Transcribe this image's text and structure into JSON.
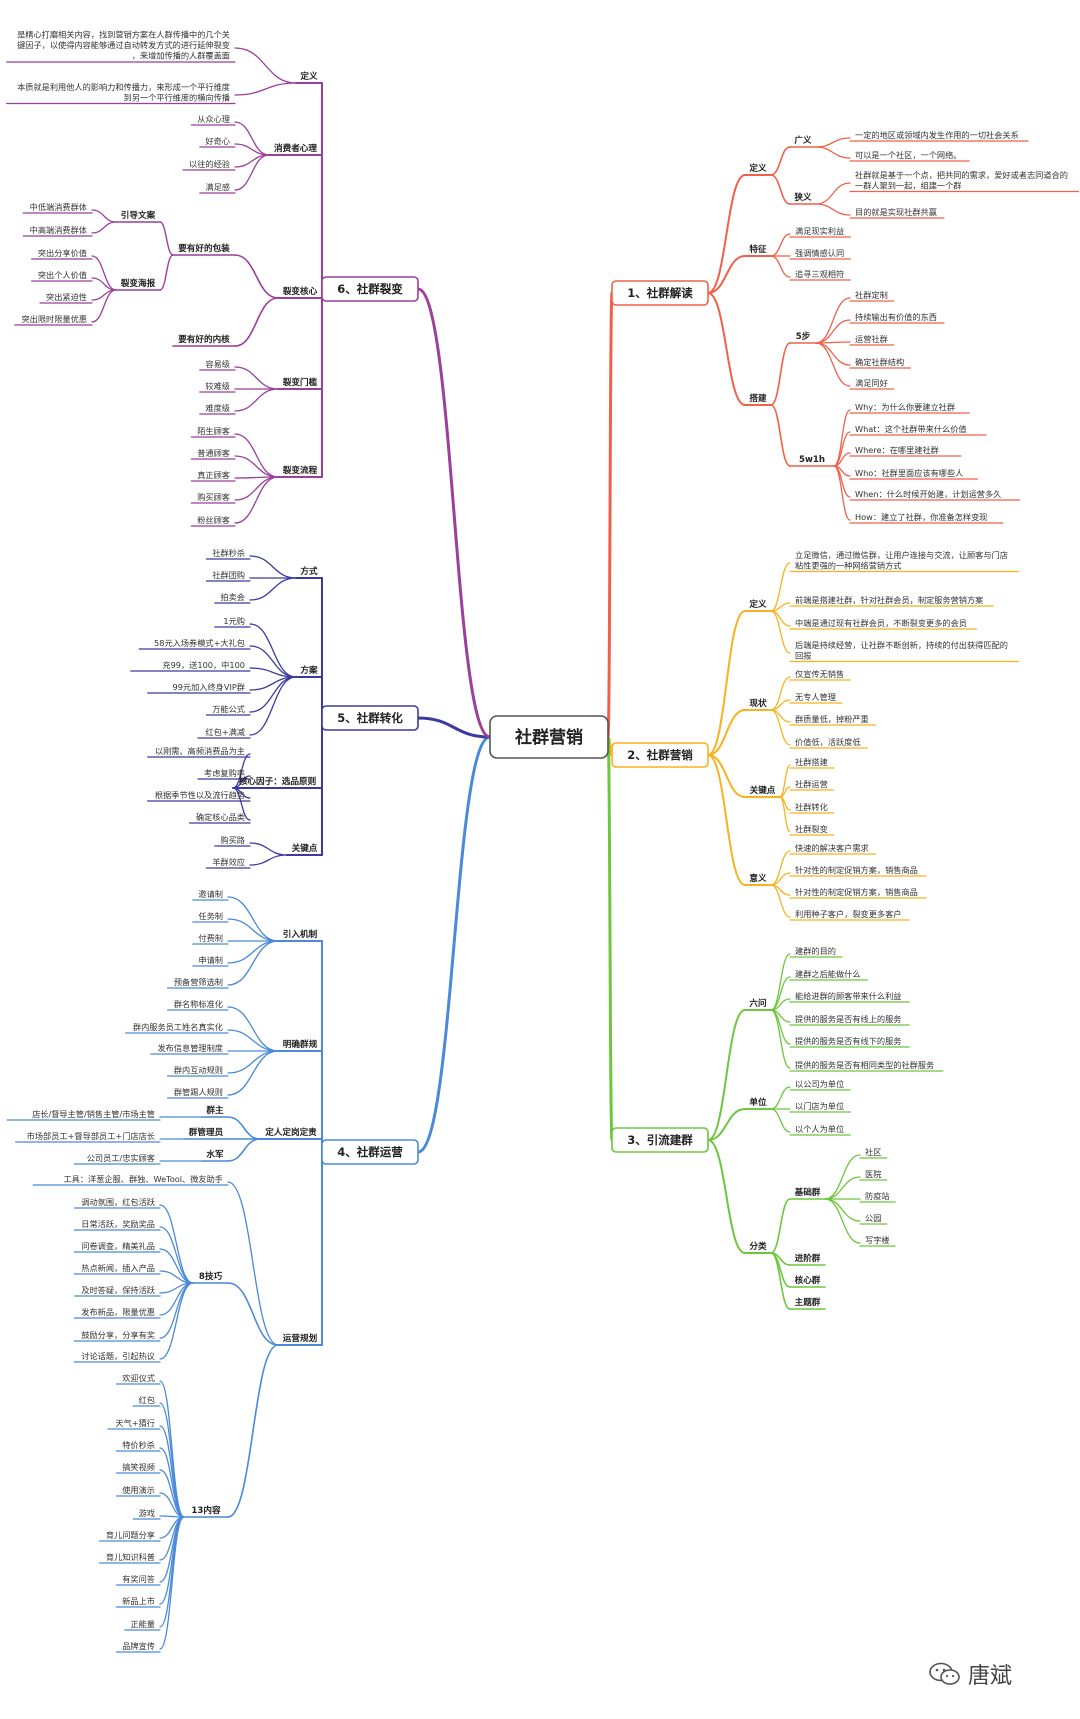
{
  "center": "社群营销",
  "watermark": "唐斌",
  "watermark_icon": "wechat-icon",
  "colors": {
    "b1": "#f0604a",
    "b2": "#f7b21e",
    "b3": "#6ec63e",
    "b4": "#4a8ad8",
    "b5": "#3a3aa2",
    "b6": "#9b3f9b",
    "center_border": "#555555",
    "center_bg": "#ffffff"
  },
  "branches": [
    {
      "key": "b1",
      "label": "1、社群解读",
      "children": [
        {
          "label": "定义",
          "children": [
            {
              "label": "广义",
              "children": [
                {
                  "label": "一定的地区或领域内发生作用的一切社会关系"
                },
                {
                  "label": "可以是一个社区，一个网络。"
                }
              ]
            },
            {
              "label": "狭义",
              "children": [
                {
                  "label": "社群就是基于一个点，把共同的需求，爱好或者志同道合的一群人聚到一起，组建一个群"
                },
                {
                  "label": "目的就是实现社群共赢"
                }
              ]
            }
          ]
        },
        {
          "label": "特征",
          "children": [
            {
              "label": "满足现实利益"
            },
            {
              "label": "强调情感认同"
            },
            {
              "label": "追寻三观相符"
            }
          ]
        },
        {
          "label": "搭建",
          "children": [
            {
              "label": "5步",
              "children": [
                {
                  "label": "社群定制"
                },
                {
                  "label": "持续输出有价值的东西"
                },
                {
                  "label": "运营社群"
                },
                {
                  "label": "确定社群结构"
                },
                {
                  "label": "满足同好"
                }
              ]
            },
            {
              "label": "5w1h",
              "children": [
                {
                  "label": "Why：为什么你要建立社群"
                },
                {
                  "label": "What：这个社群带来什么价值"
                },
                {
                  "label": "Where：在哪里建社群"
                },
                {
                  "label": "Who：社群里面应该有哪些人"
                },
                {
                  "label": "When：什么时候开始建，计划运营多久"
                },
                {
                  "label": "How：建立了社群，你准备怎样变现"
                }
              ]
            }
          ]
        }
      ]
    },
    {
      "key": "b2",
      "label": "2、社群营销",
      "children": [
        {
          "label": "定义",
          "children": [
            {
              "label": "立足微信，通过微信群，让用户连接与交流，让顾客与门店粘性更强的一种网络营销方式"
            },
            {
              "label": "前端是搭建社群，针对社群会员，制定服务营销方案"
            },
            {
              "label": "中端是通过现有社群会员，不断裂变更多的会员"
            },
            {
              "label": "后端是持续经营，让社群不断创新，持续的付出获得匹配的回报"
            }
          ]
        },
        {
          "label": "现状",
          "children": [
            {
              "label": "仅宣传无销售"
            },
            {
              "label": "无专人管理"
            },
            {
              "label": "群质量低，掉粉严重"
            },
            {
              "label": "价值低，活跃度低"
            }
          ]
        },
        {
          "label": "关键点",
          "children": [
            {
              "label": "社群搭建"
            },
            {
              "label": "社群运营"
            },
            {
              "label": "社群转化"
            },
            {
              "label": "社群裂变"
            }
          ]
        },
        {
          "label": "意义",
          "children": [
            {
              "label": "快速的解决客户需求"
            },
            {
              "label": "针对性的制定促销方案，销售商品"
            },
            {
              "label": "针对性的制定促销方案，销售商品"
            },
            {
              "label": "利用种子客户，裂变更多客户"
            }
          ]
        }
      ]
    },
    {
      "key": "b3",
      "label": "3、引流建群",
      "children": [
        {
          "label": "六问",
          "children": [
            {
              "label": "建群的目的"
            },
            {
              "label": "建群之后能做什么"
            },
            {
              "label": "能给进群的顾客带来什么利益"
            },
            {
              "label": "提供的服务是否有线上的服务"
            },
            {
              "label": "提供的服务是否有线下的服务"
            },
            {
              "label": "提供的服务是否有相同类型的社群服务"
            }
          ]
        },
        {
          "label": "单位",
          "children": [
            {
              "label": "以公司为单位"
            },
            {
              "label": "以门店为单位"
            },
            {
              "label": "以个人为单位"
            }
          ]
        },
        {
          "label": "分类",
          "children": [
            {
              "label": "基础群",
              "children": [
                {
                  "label": "社区"
                },
                {
                  "label": "医院"
                },
                {
                  "label": "防疫站"
                },
                {
                  "label": "公园"
                },
                {
                  "label": "写字楼"
                }
              ]
            },
            {
              "label": "进阶群"
            },
            {
              "label": "核心群"
            },
            {
              "label": "主题群"
            }
          ]
        }
      ]
    },
    {
      "key": "b4",
      "label": "4、社群运营",
      "children": [
        {
          "label": "引入机制",
          "children": [
            {
              "label": "邀请制"
            },
            {
              "label": "任务制"
            },
            {
              "label": "付费制"
            },
            {
              "label": "申请制"
            },
            {
              "label": "预备营筛选制"
            }
          ]
        },
        {
          "label": "明确群规",
          "children": [
            {
              "label": "群名称标准化"
            },
            {
              "label": "群内服务员工姓名真实化"
            },
            {
              "label": "发布信息管理制度"
            },
            {
              "label": "群内互动规则"
            },
            {
              "label": "群管踢人规则"
            }
          ]
        },
        {
          "label": "定人定岗定责",
          "children": [
            {
              "label": "群主",
              "children": [
                {
                  "label": "店长/督导主管/销售主管/市场主管"
                }
              ]
            },
            {
              "label": "群管理员",
              "children": [
                {
                  "label": "市场部员工+督导部员工+门店店长"
                }
              ]
            },
            {
              "label": "水军",
              "children": [
                {
                  "label": "公司员工/忠实顾客"
                }
              ]
            }
          ]
        },
        {
          "label": "运营规划",
          "children": [
            {
              "label": "工具：洋葱企服、群独、WeTool、微友助手"
            },
            {
              "label": "8技巧",
              "children": [
                {
                  "label": "调动氛围，红包活跃"
                },
                {
                  "label": "日常活跃，奖励奖品"
                },
                {
                  "label": "问卷调查，精美礼品"
                },
                {
                  "label": "热点新闻，插入产品"
                },
                {
                  "label": "及时答疑，保持活跃"
                },
                {
                  "label": "发布新品，限量优惠"
                },
                {
                  "label": "鼓励分享，分享有奖"
                },
                {
                  "label": "讨论话题，引起热议"
                }
              ]
            },
            {
              "label": "13内容",
              "children": [
                {
                  "label": "欢迎仪式"
                },
                {
                  "label": "红包"
                },
                {
                  "label": "天气+猜行"
                },
                {
                  "label": "特价秒杀"
                },
                {
                  "label": "搞笑视频"
                },
                {
                  "label": "使用演示"
                },
                {
                  "label": "游戏"
                },
                {
                  "label": "育儿问题分享"
                },
                {
                  "label": "育儿知识科普"
                },
                {
                  "label": "有奖问答"
                },
                {
                  "label": "新品上市"
                },
                {
                  "label": "正能量"
                },
                {
                  "label": "品牌宣传"
                }
              ]
            }
          ]
        }
      ]
    },
    {
      "key": "b5",
      "label": "5、社群转化",
      "children": [
        {
          "label": "方式",
          "children": [
            {
              "label": "社群秒杀"
            },
            {
              "label": "社群团购"
            },
            {
              "label": "拍卖会"
            }
          ]
        },
        {
          "label": "方案",
          "children": [
            {
              "label": "1元购"
            },
            {
              "label": "58元入场券模式+大礼包"
            },
            {
              "label": "充99，送100，中100"
            },
            {
              "label": "99元加入终身VIP群"
            },
            {
              "label": "万能公式"
            },
            {
              "label": "红包+满减"
            }
          ]
        },
        {
          "label": "核心因子：选品原则",
          "children": [
            {
              "label": "以刚需、高频消费品为主"
            },
            {
              "label": "考虑复购率"
            },
            {
              "label": "根据季节性以及流行趋势"
            },
            {
              "label": "确定核心品类"
            }
          ]
        },
        {
          "label": "关键点",
          "children": [
            {
              "label": "购买路"
            },
            {
              "label": "羊群效应"
            }
          ]
        }
      ]
    },
    {
      "key": "b6",
      "label": "6、社群裂变",
      "children": [
        {
          "label": "定义",
          "children": [
            {
              "label": "是精心打磨相关内容，找到营销方案在人群传播中的几个关键因子，以使得内容能够通过自动转发方式的进行延伸裂变，来增加传播的人群覆盖面"
            },
            {
              "label": "本质就是利用他人的影响力和传播力，来形成一个平行维度到另一个平行维度的横向传播"
            }
          ]
        },
        {
          "label": "消费者心理",
          "children": [
            {
              "label": "从众心理"
            },
            {
              "label": "好奇心"
            },
            {
              "label": "以往的经验"
            },
            {
              "label": "满足感"
            }
          ]
        },
        {
          "label": "裂变核心",
          "children": [
            {
              "label": "要有好的包装",
              "children": [
                {
                  "label": "引导文案",
                  "children": [
                    {
                      "label": "中低端消费群体"
                    },
                    {
                      "label": "中高端消费群体"
                    }
                  ]
                },
                {
                  "label": "裂变海报",
                  "children": [
                    {
                      "label": "突出分享价值"
                    },
                    {
                      "label": "突出个人价值"
                    },
                    {
                      "label": "突出紧迫性"
                    },
                    {
                      "label": "突出限时限量优惠"
                    }
                  ]
                }
              ]
            },
            {
              "label": "要有好的内核"
            }
          ]
        },
        {
          "label": "裂变门槛",
          "children": [
            {
              "label": "容易级"
            },
            {
              "label": "较难级"
            },
            {
              "label": "难度级"
            }
          ]
        },
        {
          "label": "裂变流程",
          "children": [
            {
              "label": "陌生顾客"
            },
            {
              "label": "普通顾客"
            },
            {
              "label": "真正顾客"
            },
            {
              "label": "购买顾客"
            },
            {
              "label": "粉丝顾客"
            }
          ]
        }
      ]
    }
  ]
}
